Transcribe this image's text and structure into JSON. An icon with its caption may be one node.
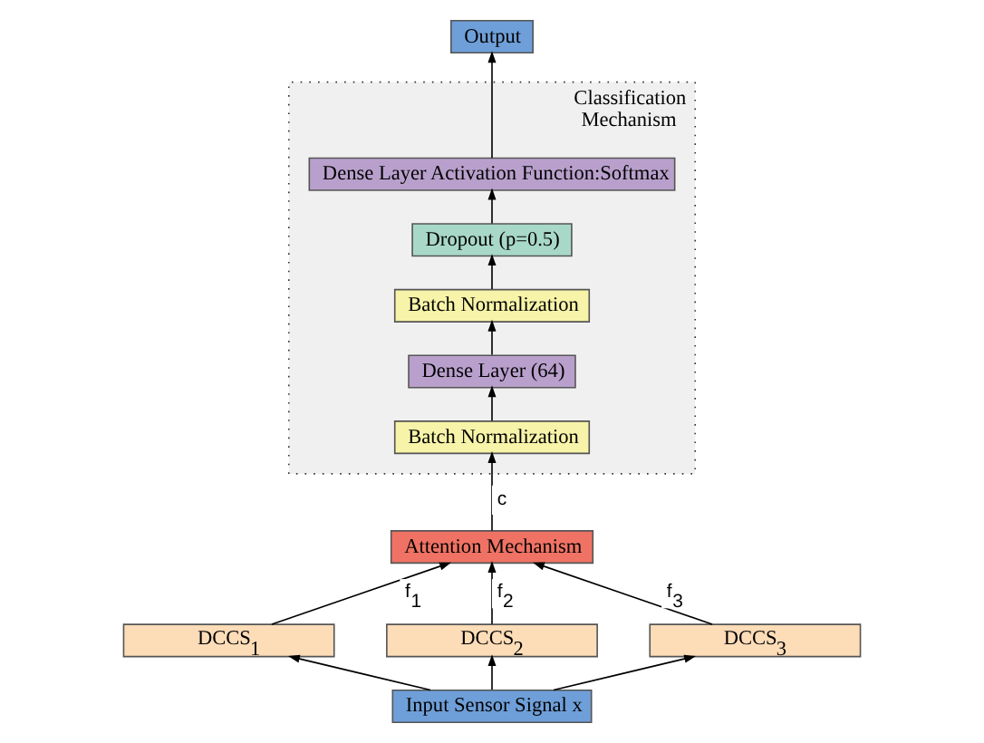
{
  "diagram": {
    "nodes": [
      {
        "text": [
          "Output"
        ]
      },
      {
        "text": [
          "Classification Mechanism"
        ]
      },
      {
        "text": [
          "Dense Layer Activation Function:Softmax"
        ],
        "in": 1
      },
      {
        "text": [
          "Dropout (p=0.5)"
        ],
        "in": 1
      },
      {
        "text": [
          "Batch Normalization"
        ],
        "in": 1
      },
      {
        "text": [
          "Dense Layer (64)"
        ],
        "in": 1
      },
      {
        "text": [
          "Batch Normalization"
        ],
        "in": 1
      },
      {
        "text": [
          "Attention Mechanism"
        ]
      },
      {
        "text": [
          "DCCS$_{1}$"
        ]
      },
      {
        "text": [
          "DCCS$_{2}$"
        ]
      },
      {
        "text": [
          "DCCS$_{3}$"
        ]
      },
      {
        "text": [
          "Input Sensor Signal x"
        ]
      }
    ],
    "edges": [
      {
        "from": 11,
        "to": 8,
        "arrow": "to"
      },
      {
        "from": 11,
        "to": 9,
        "arrow": "to"
      },
      {
        "from": 11,
        "to": 10,
        "arrow": "to"
      },
      {
        "from": 8,
        "to": 7,
        "arrow": "to",
        "label": "f$_{1}$"
      },
      {
        "from": 9,
        "to": 7,
        "arrow": "to",
        "label": "f$_{2}$"
      },
      {
        "from": 10,
        "to": 7,
        "arrow": "to",
        "label": "f$_{3}$"
      },
      {
        "from": 7,
        "to": 6,
        "arrow": "to",
        "label": "c"
      },
      {
        "from": 6,
        "to": 5,
        "arrow": "to"
      },
      {
        "from": 5,
        "to": 4,
        "arrow": "to"
      },
      {
        "from": 4,
        "to": 3,
        "arrow": "to"
      },
      {
        "from": 3,
        "to": 2,
        "arrow": "to"
      },
      {
        "from": 2,
        "to": 0,
        "arrow": "to"
      }
    ]
  }
}
